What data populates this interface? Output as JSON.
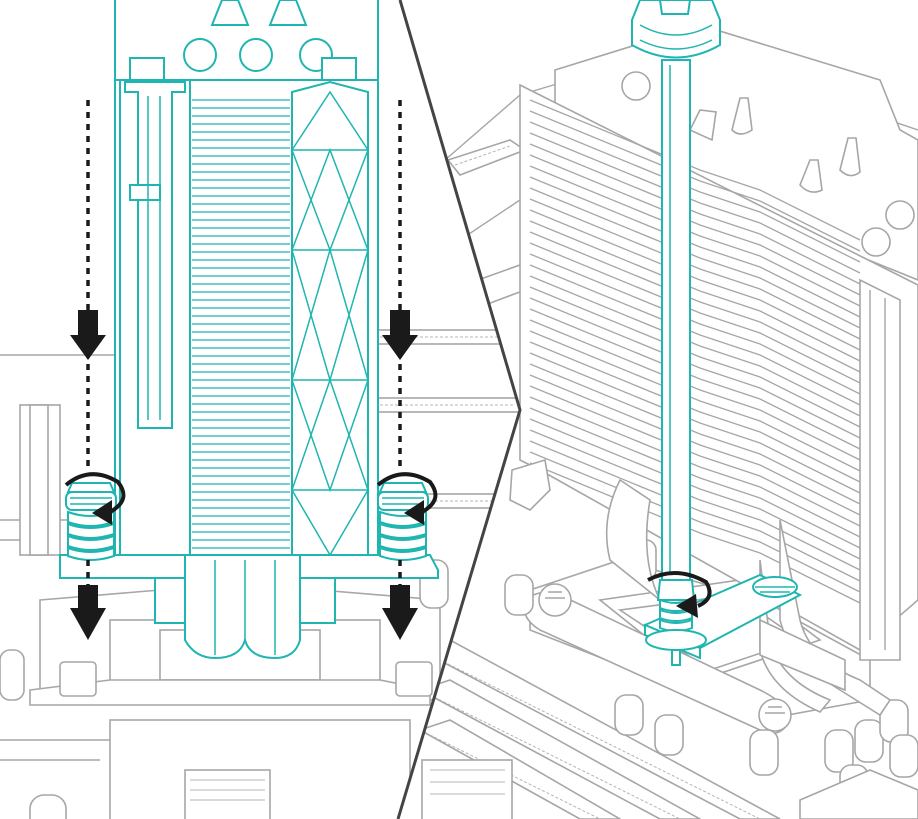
{
  "diagram": {
    "palette": {
      "highlight": "#1fb5b0",
      "outline": "#a6a6a6",
      "arrows": "#1a1a1a",
      "divider": "#444444",
      "background": "#ffffff"
    },
    "panels": [
      {
        "id": "left",
        "content": "cpu-cooler-heatsink-front-view",
        "screws": 2,
        "rotation": "clockwise"
      },
      {
        "id": "right",
        "content": "cpu-cooler-screwdriver-fastening",
        "screws": 1,
        "rotation": "clockwise"
      }
    ],
    "icons": [
      "down-arrow-icon",
      "rotate-arrow-icon",
      "spring-screw-icon",
      "screwdriver-icon"
    ]
  }
}
